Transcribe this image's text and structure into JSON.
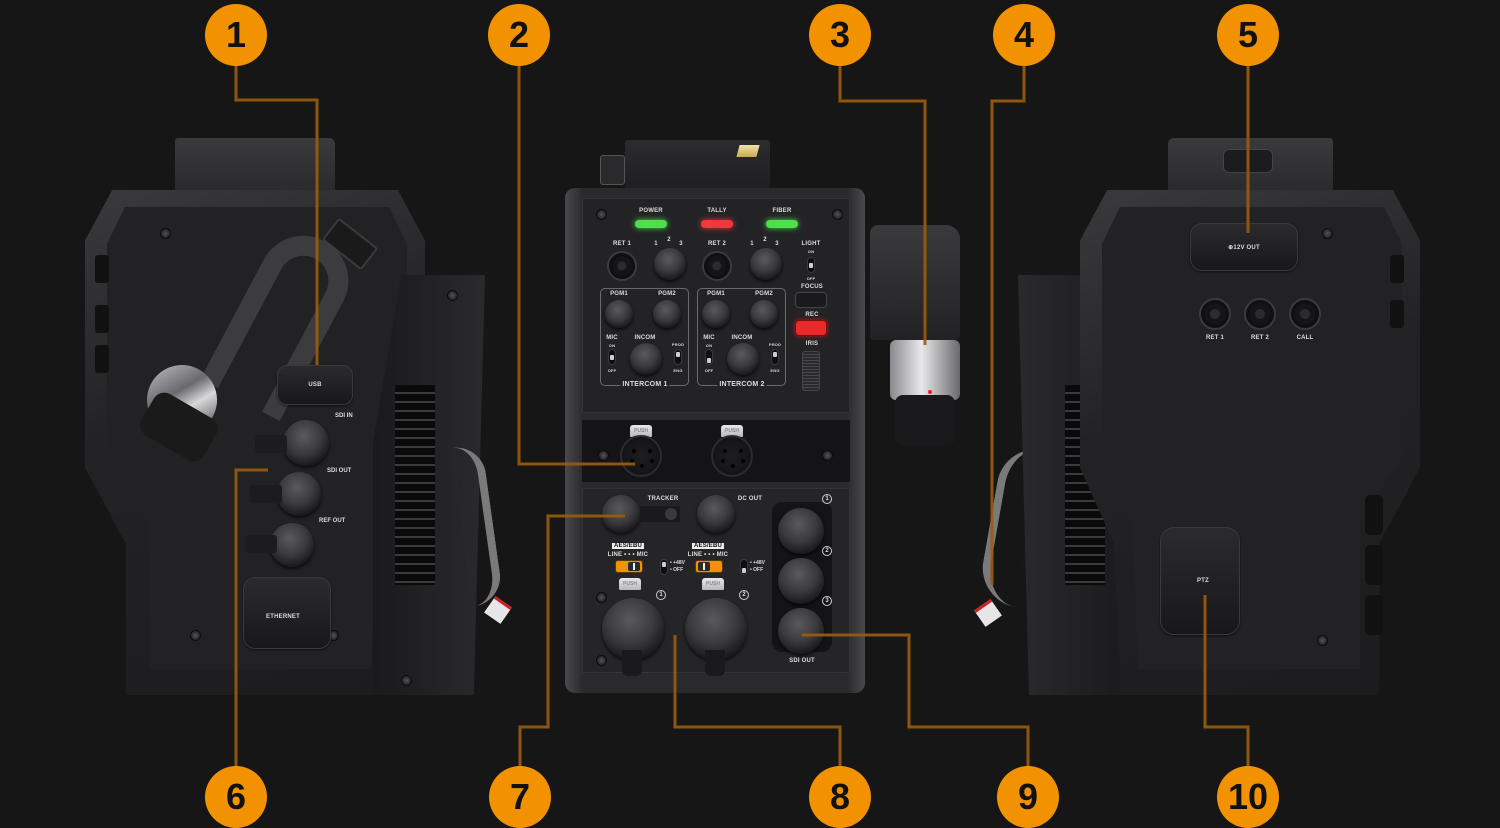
{
  "diagram": {
    "description": "Camera fiber converter rear/side connections with numbered callouts",
    "badge_color": "#F39200",
    "leader_color": "#9A5C0C",
    "background": "#161616",
    "callouts": [
      {
        "n": "1",
        "target": "USB"
      },
      {
        "n": "2",
        "target": "Intercom XLR connectors"
      },
      {
        "n": "3",
        "target": "Fiber connector"
      },
      {
        "n": "4",
        "target": "Camera cable connector"
      },
      {
        "n": "5",
        "target": "12V OUT"
      },
      {
        "n": "6",
        "target": "SDI OUT"
      },
      {
        "n": "7",
        "target": "TRACKER"
      },
      {
        "n": "8",
        "target": "Audio XLR inputs"
      },
      {
        "n": "9",
        "target": "SDI OUT 3"
      },
      {
        "n": "10",
        "target": "PTZ"
      }
    ]
  },
  "left_unit": {
    "ports": {
      "usb": "USB",
      "sdi_in": "SDI IN",
      "sdi_out": "SDI OUT",
      "ref_out": "REF OUT",
      "ethernet": "ETHERNET"
    }
  },
  "center_unit": {
    "leds": [
      {
        "label": "POWER",
        "color": "#4ee04a"
      },
      {
        "label": "TALLY",
        "color": "#f0383a"
      },
      {
        "label": "FIBER",
        "color": "#4ee04a"
      }
    ],
    "ret1": "RET 1",
    "ret2": "RET 2",
    "dial_marks": [
      "1",
      "2",
      "3"
    ],
    "light": {
      "label": "LIGHT",
      "on": "ON",
      "off": "OFF"
    },
    "focus": "FOCUS",
    "rec": "REC",
    "rec_color": "#e82a2a",
    "iris": "IRIS",
    "intercom1": {
      "title": "INTERCOM 1",
      "pgm1": "PGM1",
      "pgm2": "PGM2",
      "mic": "MIC",
      "on": "ON",
      "off": "OFF",
      "incom": "INCOM",
      "prod": "PROD",
      "eng": "ENG"
    },
    "intercom2": {
      "title": "INTERCOM 2",
      "pgm1": "PGM1",
      "pgm2": "PGM2",
      "mic": "MIC",
      "on": "ON",
      "off": "OFF",
      "incom": "INCOM",
      "prod": "PROD",
      "eng": "ENG"
    },
    "push": "PUSH",
    "tracker": "TRACKER",
    "dc_out": "DC OUT",
    "aes_ebu": "AES/EBU",
    "line_mic": "LINE • • • MIC",
    "phantom_on": "• +48V",
    "phantom_off": "• OFF",
    "input_nums": [
      "1",
      "2"
    ],
    "sdi_nums": [
      "1",
      "2",
      "3"
    ],
    "sdi_out": "SDI OUT"
  },
  "right_unit": {
    "out12v": "⊕12V OUT",
    "buttons": [
      "RET 1",
      "RET 2",
      "CALL"
    ],
    "ptz": "PTZ"
  }
}
